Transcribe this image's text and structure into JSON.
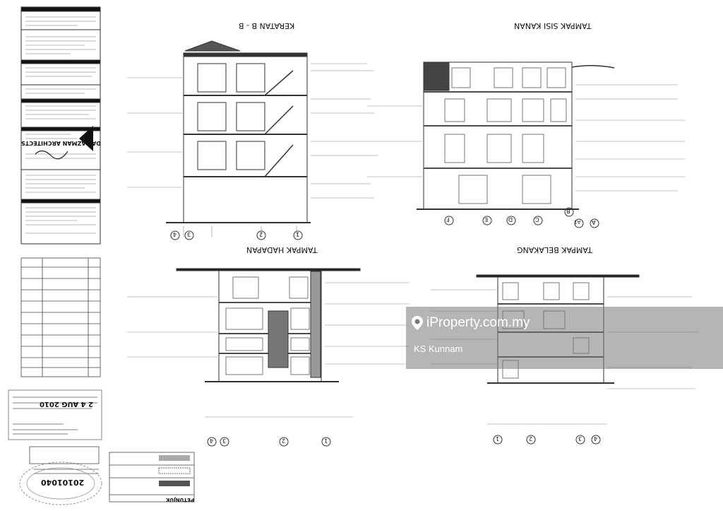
{
  "watermark": {
    "brand": "iProperty.com.my",
    "agent": "KS Kunnam",
    "pin_icon": "location-pin-icon"
  },
  "drawing": {
    "views": {
      "section_bb": "KERATAN B - B",
      "right_elevation": "TAMPAK SISI KANAN",
      "front_elevation": "TAMPAK HADAPAN",
      "rear_elevation": "TAMPAK BELAKANG"
    },
    "firm": "DAS AZMAN ARCHITECTS",
    "legend_title": "PETUNJUK",
    "approval_date": "2 4 AUG 2010",
    "stamp_number": "20101040",
    "grid_left": [
      "4",
      "3",
      "2",
      "1"
    ],
    "grid_right": [
      "F",
      "E",
      "D",
      "C",
      "B",
      "A1",
      "A"
    ],
    "grid_front": [
      "4",
      "3",
      "2",
      "1"
    ],
    "grid_rear": [
      "1",
      "2",
      "3",
      "4"
    ]
  }
}
